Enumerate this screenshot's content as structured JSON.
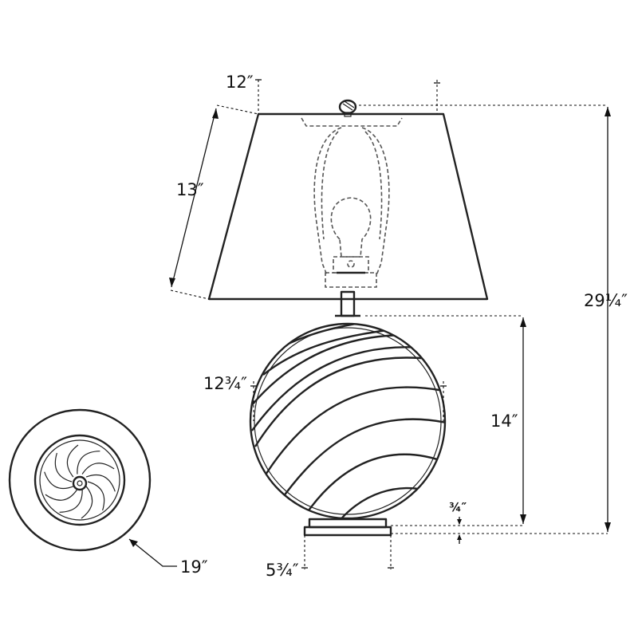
{
  "dimensions": {
    "shade_top_diameter": "12″",
    "shade_height": "13″",
    "overall_height": "29¼″",
    "body_diameter": "12¾″",
    "body_height": "14″",
    "base_thickness": "¾″",
    "base_width": "5¾″",
    "shade_bottom_diameter": "19″"
  }
}
